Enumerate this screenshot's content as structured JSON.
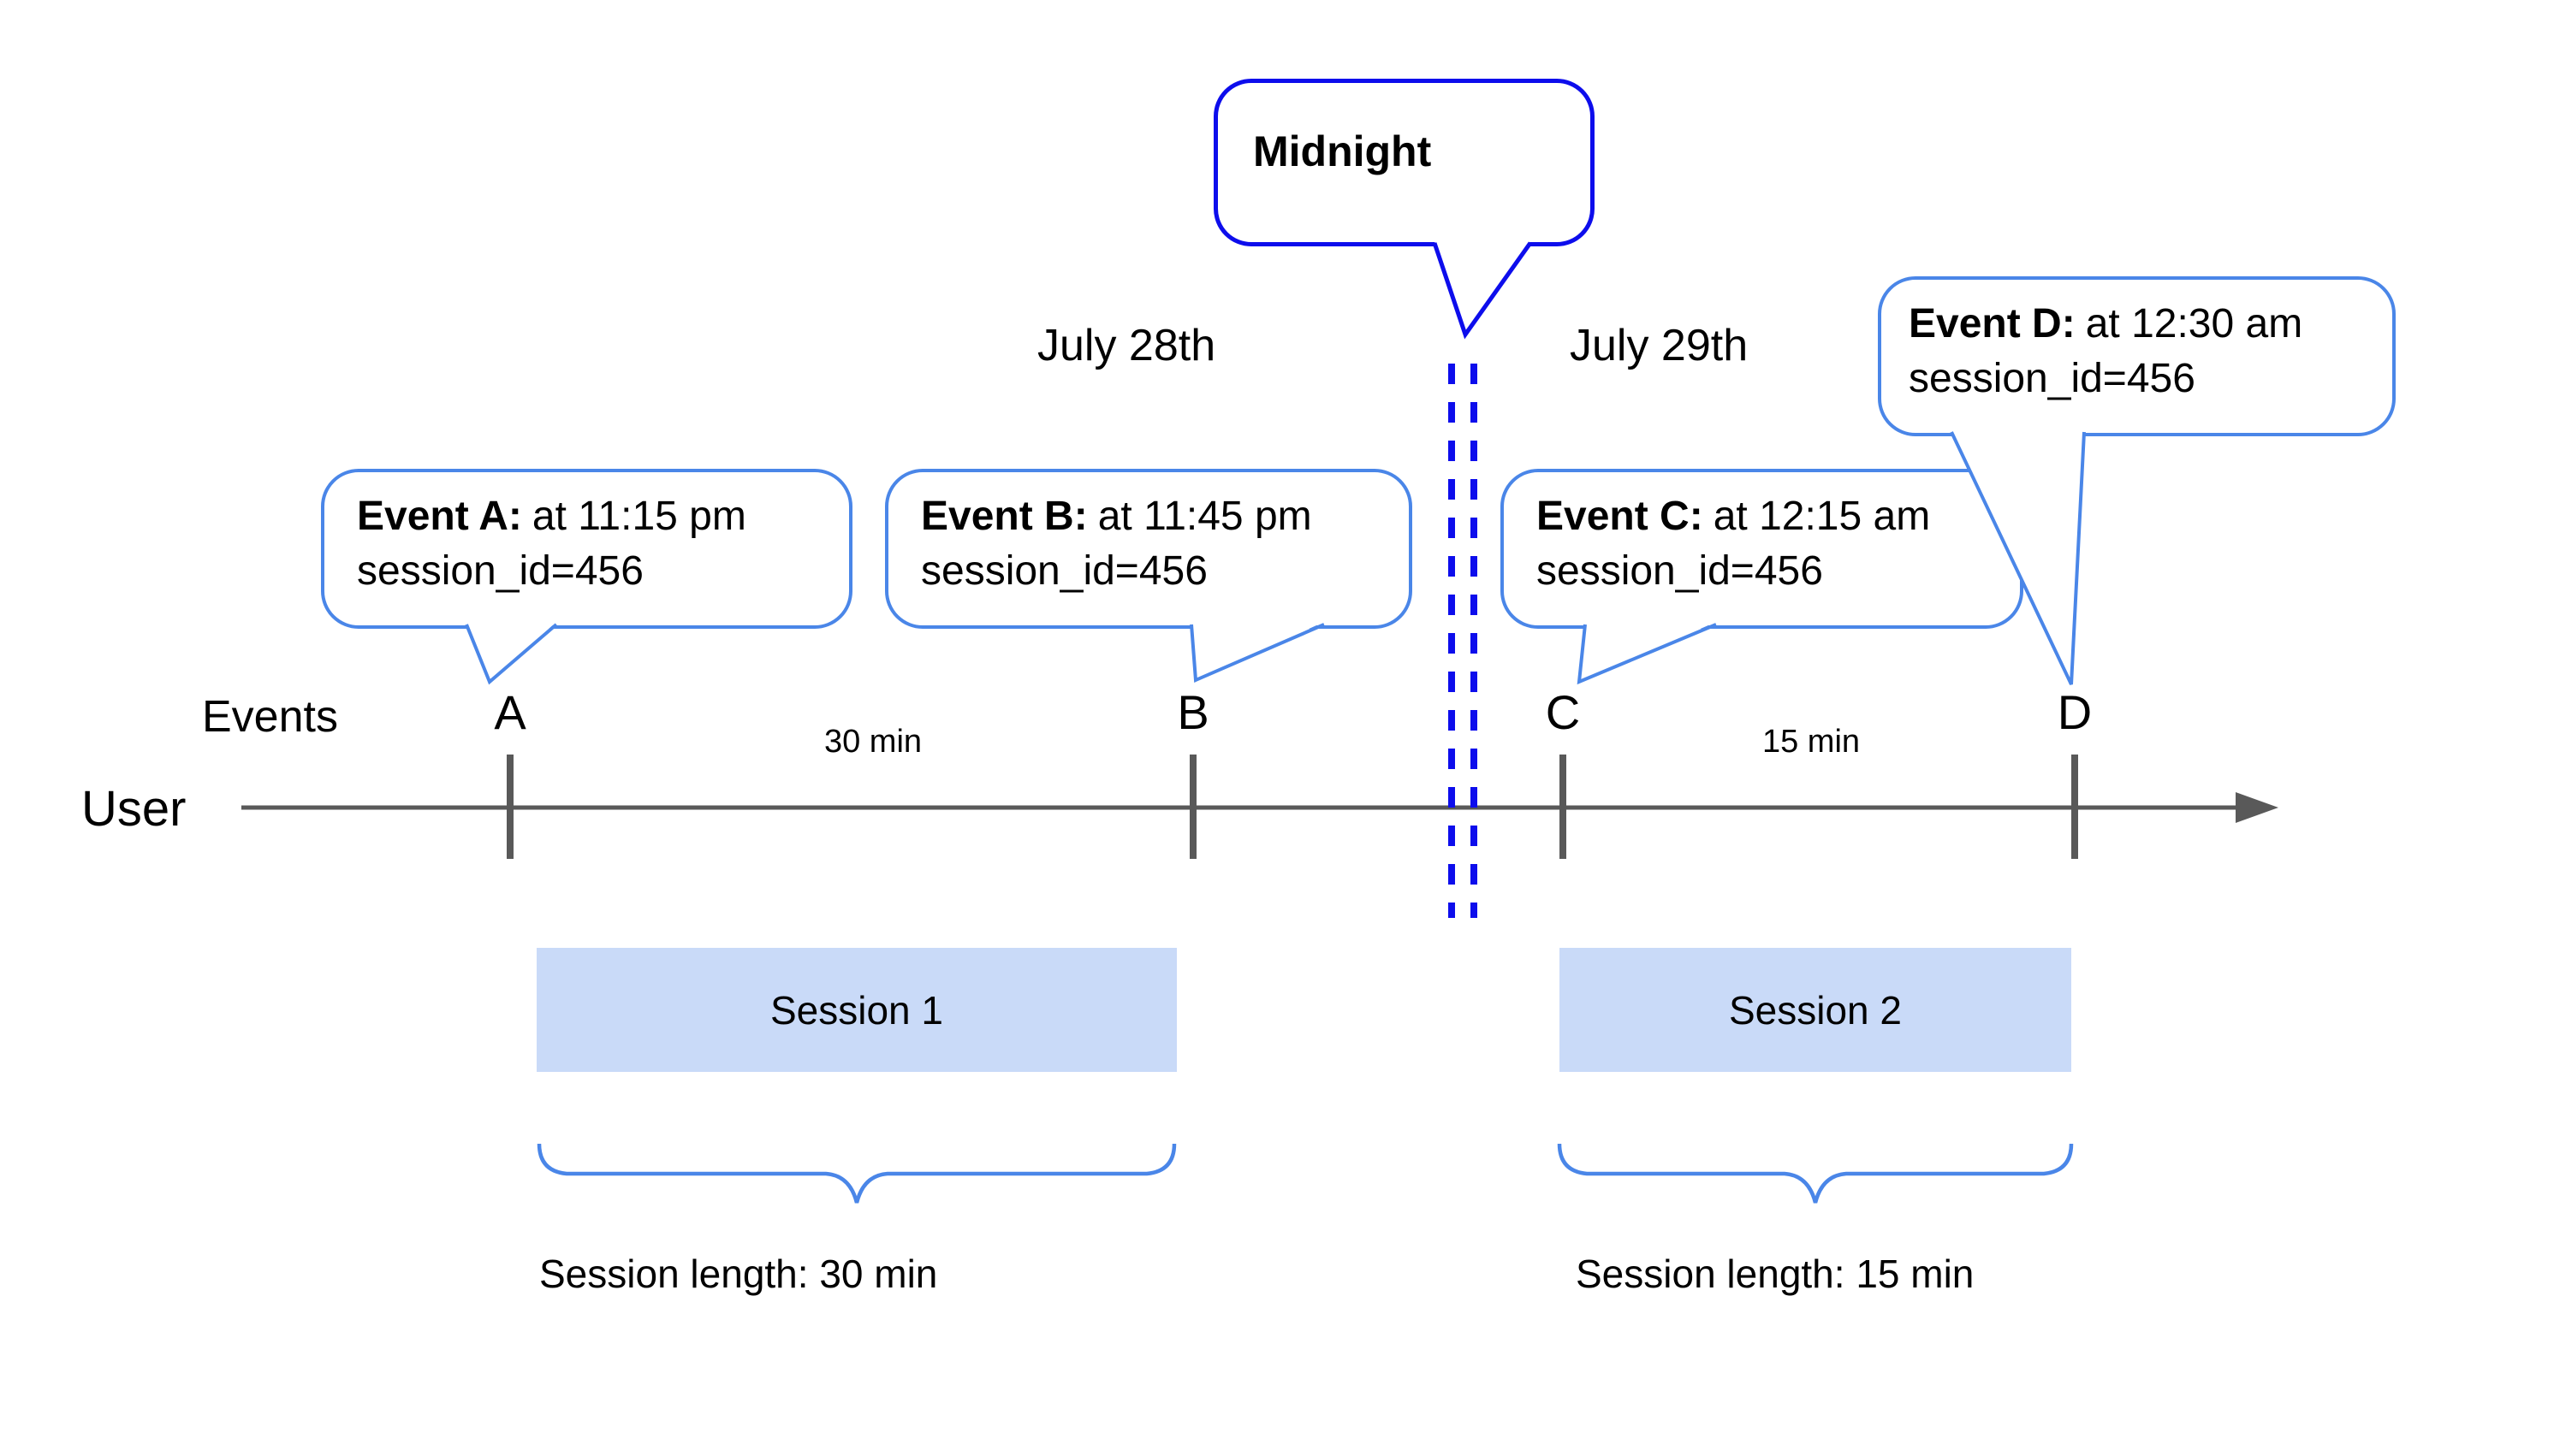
{
  "midnight": {
    "label": "Midnight"
  },
  "dates": {
    "left": "July 28th",
    "right": "July 29th"
  },
  "events": [
    {
      "letter": "A",
      "label": "Event A:",
      "time": "at 11:15 pm",
      "session": "session_id=456"
    },
    {
      "letter": "B",
      "label": "Event B:",
      "time": "at 11:45 pm",
      "session": "session_id=456"
    },
    {
      "letter": "C",
      "label": "Event C:",
      "time": "at 12:15 am",
      "session": "session_id=456"
    },
    {
      "letter": "D",
      "label": "Event D:",
      "time": "at 12:30 am",
      "session": "session_id=456"
    }
  ],
  "timeline": {
    "events_label": "Events",
    "user_label": "User",
    "gap1": "30 min",
    "gap2": "15 min"
  },
  "sessions": [
    {
      "name": "Session 1",
      "length_label": "Session length: 30 min"
    },
    {
      "name": "Session 2",
      "length_label": "Session length: 15 min"
    }
  ],
  "colors": {
    "bubble_border": "#4a86e8",
    "midnight_blue": "#0d0dec",
    "session_fill": "#c9daf8",
    "timeline_gray": "#595959",
    "text": "#000000"
  }
}
